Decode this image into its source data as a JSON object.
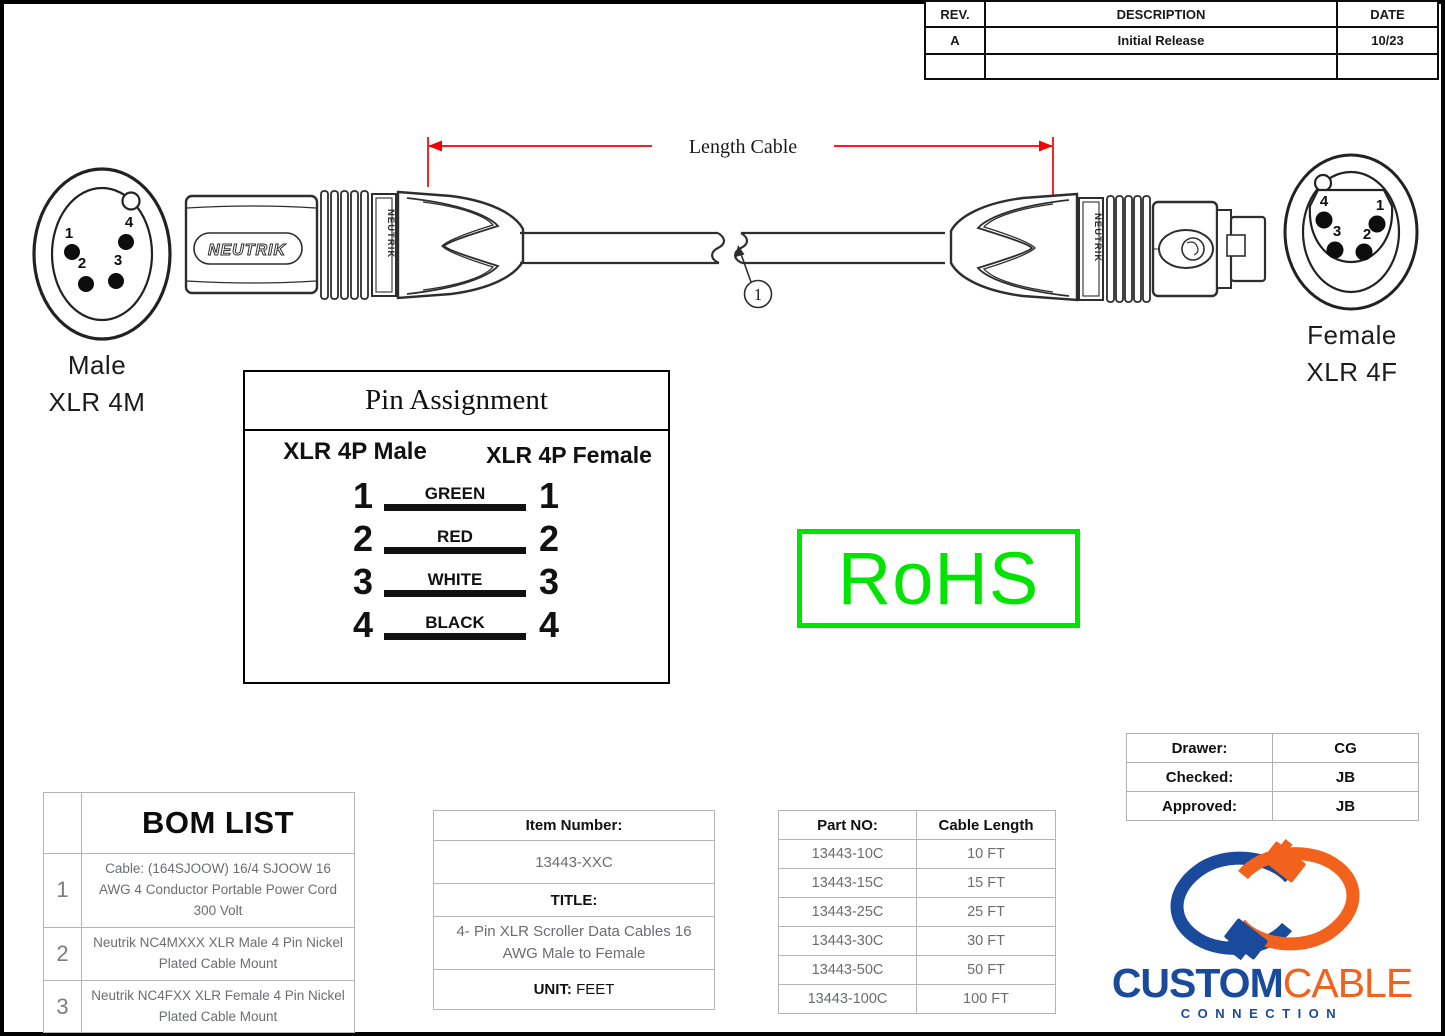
{
  "revision_table": {
    "headers": [
      "REV.",
      "DESCRIPTION",
      "DATE"
    ],
    "rows": [
      [
        "A",
        "Initial Release",
        "10/23"
      ],
      [
        "",
        "",
        ""
      ]
    ]
  },
  "dimension": {
    "label": "Length Cable",
    "color": "#f30000"
  },
  "cable": {
    "callout": "1"
  },
  "male_connector": {
    "label_line1": "Male",
    "label_line2": "XLR 4M",
    "brand": "NEUTRIK",
    "pins": {
      "p1": "1",
      "p2": "2",
      "p3": "3",
      "p4": "4"
    }
  },
  "female_connector": {
    "label_line1": "Female",
    "label_line2": "XLR 4F",
    "brand": "NEUTRIK",
    "pins": {
      "p1": "1",
      "p2": "2",
      "p3": "3",
      "p4": "4"
    }
  },
  "pin_assignment": {
    "title": "Pin Assignment",
    "left_header": "XLR 4P Male",
    "right_header": "XLR 4P Female",
    "rows": [
      {
        "left": "1",
        "wire": "GREEN",
        "right": "1"
      },
      {
        "left": "2",
        "wire": "RED",
        "right": "2"
      },
      {
        "left": "3",
        "wire": "WHITE",
        "right": "3"
      },
      {
        "left": "4",
        "wire": "BLACK",
        "right": "4"
      }
    ]
  },
  "rohs": {
    "label": "RoHS",
    "color": "#00e400"
  },
  "approval_table": {
    "rows": [
      {
        "label": "Drawer:",
        "value": "CG"
      },
      {
        "label": "Checked:",
        "value": "JB"
      },
      {
        "label": "Approved:",
        "value": "JB"
      }
    ]
  },
  "bom": {
    "title": "BOM LIST",
    "items": [
      {
        "no": "1",
        "desc": "Cable: (164SJOOW) 16/4 SJOOW 16 AWG 4 Conductor Portable Power Cord 300 Volt"
      },
      {
        "no": "2",
        "desc": "Neutrik NC4MXXX XLR Male 4 Pin Nickel Plated Cable Mount"
      },
      {
        "no": "3",
        "desc": "Neutrik NC4FXX XLR Female 4 Pin Nickel Plated Cable Mount"
      }
    ]
  },
  "item_info": {
    "item_number_label": "Item Number:",
    "item_number": "13443-XXC",
    "title_label": "TITLE:",
    "title": "4- Pin XLR Scroller Data Cables 16 AWG Male to Female",
    "unit_label": "UNIT:",
    "unit": "FEET"
  },
  "parts_table": {
    "headers": [
      "Part NO:",
      "Cable Length"
    ],
    "rows": [
      [
        "13443-10C",
        "10 FT"
      ],
      [
        "13443-15C",
        "15 FT"
      ],
      [
        "13443-25C",
        "25 FT"
      ],
      [
        "13443-30C",
        "30 FT"
      ],
      [
        "13443-50C",
        "50 FT"
      ],
      [
        "13443-100C",
        "100 FT"
      ]
    ]
  },
  "logo": {
    "word1": "CUSTOM",
    "word2": "CABLE",
    "word3": "CONNECTION",
    "blue": "#1a4a9c",
    "orange": "#f2621d"
  }
}
